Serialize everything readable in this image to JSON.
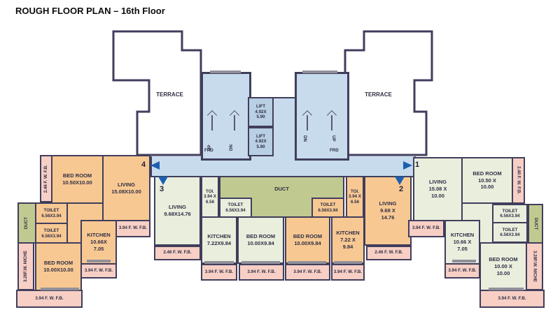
{
  "title": "ROUGH FLOOR PLAN – 16th Floor",
  "labels": {
    "terrace": "TERRACE",
    "up": "UP",
    "dn": "DN",
    "frd": "FRD",
    "duct": "DUCT",
    "fb246": "2.46 F. W. F.B.",
    "fb394": "3.94 F. W. F.B.",
    "niche": "3.28F.W. NICHE"
  },
  "lift": {
    "name": "LIFT",
    "dims": "4.92X\n5.90"
  },
  "rooms": {
    "bed_1050": {
      "name": "BED ROOM",
      "dims": "10.50X10.00"
    },
    "bed_1050_v": {
      "name": "BED ROOM",
      "dims": "10.50 X\n10.00"
    },
    "bed_1000": {
      "name": "BED ROOM",
      "dims": "10.00X10.00"
    },
    "bed_1000_v": {
      "name": "BED ROOM",
      "dims": "10.00 X\n10.00"
    },
    "bed_984": {
      "name": "BED ROOM",
      "dims": "10.00X9.84"
    },
    "living_1508": {
      "name": "LIVING",
      "dims": "15.08X10.00"
    },
    "living_1508_v": {
      "name": "LIVING",
      "dims": "15.08 X\n10.00"
    },
    "living_968": {
      "name": "LIVING",
      "dims": "9.68X14.76"
    },
    "living_968_v": {
      "name": "LIVING",
      "dims": "9.68 X\n14.76"
    },
    "kitchen_1066": {
      "name": "KITCHEN",
      "dims": "10.66X\n7.05"
    },
    "kitchen_1066_v": {
      "name": "KITCHEN",
      "dims": "10.66 X\n7.05"
    },
    "kitchen_722": {
      "name": "KITCHEN",
      "dims": "7.22X9.84"
    },
    "kitchen_722_v": {
      "name": "KITCHEN",
      "dims": "7.22 X\n9.84"
    },
    "toilet": {
      "name": "TOILET",
      "dims": "6.56X3.94"
    },
    "toi": {
      "name": "TOI.",
      "dims": "3.94 X\n6.56"
    }
  },
  "markers": {
    "m1": "1",
    "m2": "2",
    "m3": "3",
    "m4": "4"
  },
  "colors": {
    "wall": "#403e5c",
    "peach": "#f8c893",
    "sage": "#e9eedd",
    "pink": "#f7cfc5",
    "olive": "#c0ca90",
    "blue": "#c7dbed",
    "lift": "#b9cfe3",
    "marker": "#1b5fb0"
  }
}
